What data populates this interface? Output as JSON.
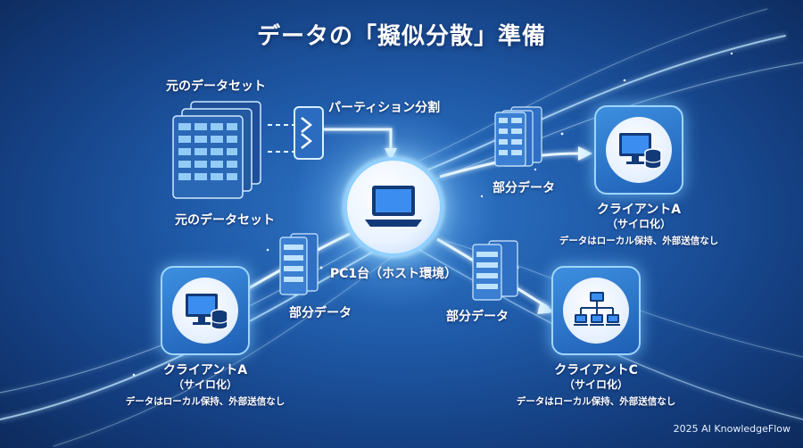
{
  "title": "データの「擬似分散」準備",
  "dataset_label_top": "元のデータセット",
  "dataset_label_bottom": "元のデータセット",
  "partition_label": "パーティション分割",
  "host_label": "PC1台（ホスト環境）",
  "partial_data_label": "部分データ",
  "clients": [
    {
      "name": "クライアントA",
      "subtitle": "（サイロ化）",
      "note": "データはローカル保持、外部送信なし",
      "icon": "monitor-database-icon"
    },
    {
      "name": "クライアントA",
      "subtitle": "（サイロ化）",
      "note": "データはローカル保持、外部送信なし",
      "icon": "monitor-database-icon"
    },
    {
      "name": "クライアントC",
      "subtitle": "（サイロ化）",
      "note": "データはローカル保持、外部送信なし",
      "icon": "network-hierarchy-icon"
    }
  ],
  "footer": "2025 AI KnowledgeFlow",
  "colors": {
    "accent": "#8fd0ff",
    "glow": "#bfe6ff",
    "background": "#1f5aa8",
    "panel": "#2e7fd6"
  }
}
